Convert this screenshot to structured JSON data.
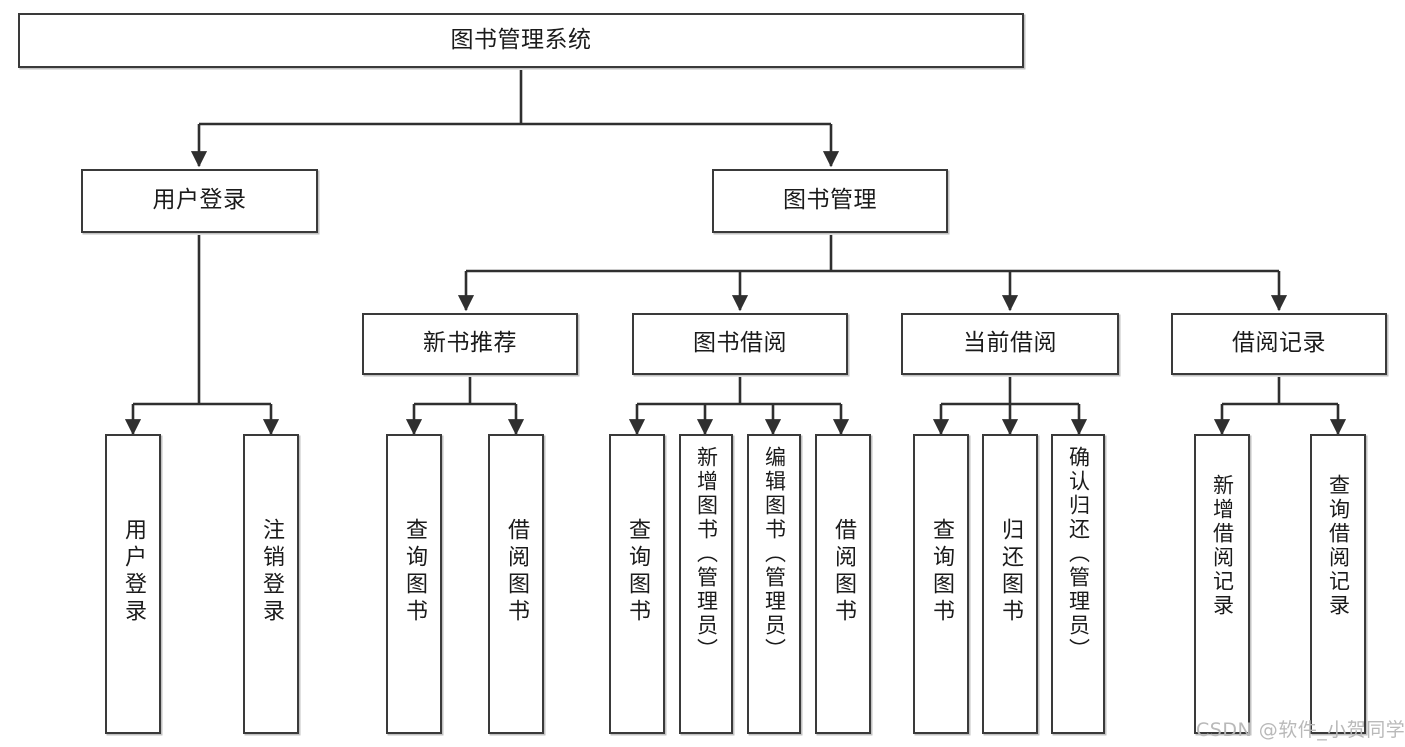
{
  "diagram": {
    "title": "图书管理系统",
    "type": "tree-hierarchy-chart",
    "root": {
      "label": "图书管理系统"
    },
    "level2": [
      {
        "label": "用户登录"
      },
      {
        "label": "图书管理"
      }
    ],
    "level3": [
      {
        "label": "新书推荐"
      },
      {
        "label": "图书借阅"
      },
      {
        "label": "当前借阅"
      },
      {
        "label": "借阅记录"
      }
    ],
    "leaves": {
      "user_login": [
        {
          "label": "用户登录"
        },
        {
          "label": "注销登录"
        }
      ],
      "new_book_recommend": [
        {
          "label": "查询图书"
        },
        {
          "label": "借阅图书"
        }
      ],
      "book_borrow": [
        {
          "label": "查询图书"
        },
        {
          "label": "新增图书（管理员）"
        },
        {
          "label": "编辑图书（管理员）"
        },
        {
          "label": "借阅图书"
        }
      ],
      "current_borrow": [
        {
          "label": "查询图书"
        },
        {
          "label": "归还图书"
        },
        {
          "label": "确认归还（管理员）"
        }
      ],
      "borrow_record": [
        {
          "label": "新增借阅记录"
        },
        {
          "label": "查询借阅记录"
        }
      ]
    }
  },
  "watermark": {
    "text": "CSDN @软件_小贺同学"
  },
  "colors": {
    "box_border": "#3a3a3a",
    "box_fill": "#ffffff",
    "connector": "#2f2f2f",
    "text": "#1b1b1b",
    "watermark": "#b9b9b9"
  }
}
